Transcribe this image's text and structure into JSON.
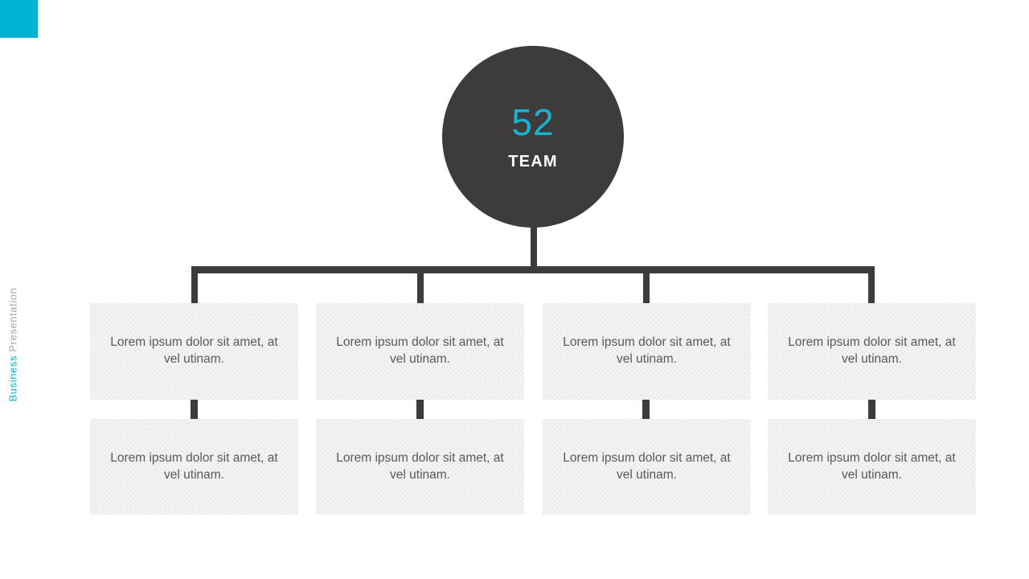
{
  "slide": {
    "side_label": {
      "accent_word": "Business",
      "muted_word": "Presentation"
    },
    "accent_color": "#00b3d4",
    "dark_color": "#3e3c3b",
    "card_color": "#eeeeee"
  },
  "chart_data": {
    "type": "diagram",
    "diagram_kind": "organization-chart",
    "title": "",
    "root": {
      "value": "52",
      "label": "TEAM",
      "value_color": "#17b3d3",
      "label_color": "#ffffff",
      "fill_color": "#3e3c3b"
    },
    "branches": [
      {
        "index": 1,
        "top_card": "Lorem ipsum dolor sit amet, at vel utinam.",
        "bottom_card": "Lorem ipsum dolor sit amet, at vel utinam."
      },
      {
        "index": 2,
        "top_card": "Lorem ipsum dolor sit amet, at vel utinam.",
        "bottom_card": "Lorem ipsum dolor sit amet, at vel utinam."
      },
      {
        "index": 3,
        "top_card": "Lorem ipsum dolor sit amet, at vel utinam.",
        "bottom_card": "Lorem ipsum dolor sit amet, at vel utinam."
      },
      {
        "index": 4,
        "top_card": "Lorem ipsum dolor sit amet, at vel utinam.",
        "bottom_card": "Lorem ipsum dolor sit amet, at vel utinam."
      }
    ],
    "levels": 3,
    "branch_count": 4,
    "legend": [],
    "annotations": []
  }
}
